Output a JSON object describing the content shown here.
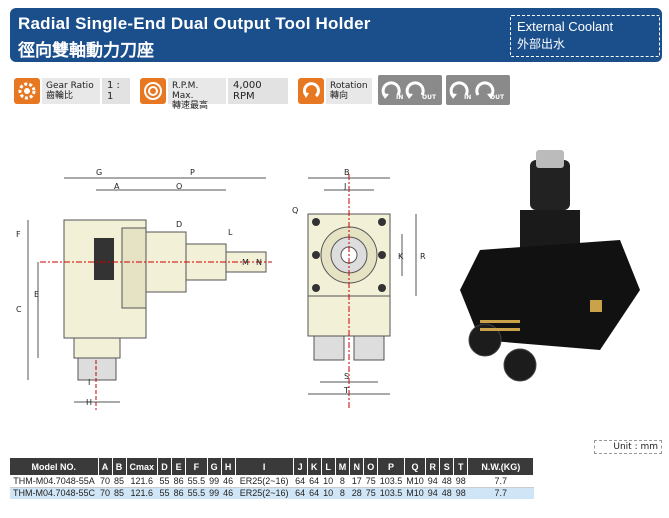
{
  "header": {
    "title_en": "Radial Single-End Dual Output Tool Holder",
    "title_zh": "徑向雙軸動力刀座",
    "coolant_en": "External Coolant",
    "coolant_zh": "外部出水"
  },
  "specs": {
    "gear_ratio_label_en": "Gear Ratio",
    "gear_ratio_label_zh": "齒輪比",
    "gear_ratio_value": "1 : 1",
    "rpm_label_en": "R.P.M. Max.",
    "rpm_label_zh": "轉速最高",
    "rpm_value": "4,000 RPM",
    "rotation_label_en": "Rotation",
    "rotation_label_zh": "轉向",
    "in_label": "IN",
    "out_label": "OUT"
  },
  "dimensions": {
    "front": [
      "G",
      "P",
      "A",
      "O",
      "D",
      "F",
      "E",
      "C",
      "L",
      "M",
      "N",
      "I",
      "H"
    ],
    "side": [
      "B",
      "J",
      "Q",
      "K",
      "R",
      "S",
      "T"
    ]
  },
  "unit": "Unit : mm",
  "table": {
    "headers": [
      "Model NO.",
      "A",
      "B",
      "Cmax",
      "D",
      "E",
      "F",
      "G",
      "H",
      "I",
      "J",
      "K",
      "L",
      "M",
      "N",
      "O",
      "P",
      "Q",
      "R",
      "S",
      "T",
      "N.W.(KG)"
    ],
    "rows": [
      [
        "THM-M04.7048-55A",
        "70",
        "85",
        "121.6",
        "55",
        "86",
        "55.5",
        "99",
        "46",
        "ER25(2~16)",
        "64",
        "64",
        "10",
        "8",
        "17",
        "75",
        "103.5",
        "M10",
        "94",
        "48",
        "98",
        "7.7"
      ],
      [
        "THM-M04.7048-55C",
        "70",
        "85",
        "121.6",
        "55",
        "86",
        "55.5",
        "99",
        "46",
        "ER25(2~16)",
        "64",
        "64",
        "10",
        "8",
        "28",
        "75",
        "103.5",
        "M10",
        "94",
        "48",
        "98",
        "7.7"
      ]
    ]
  },
  "colors": {
    "banner": "#1a4f8c",
    "accent": "#e87722",
    "table_header": "#3a3a3a",
    "row_highlight": "#d0e6f6"
  }
}
